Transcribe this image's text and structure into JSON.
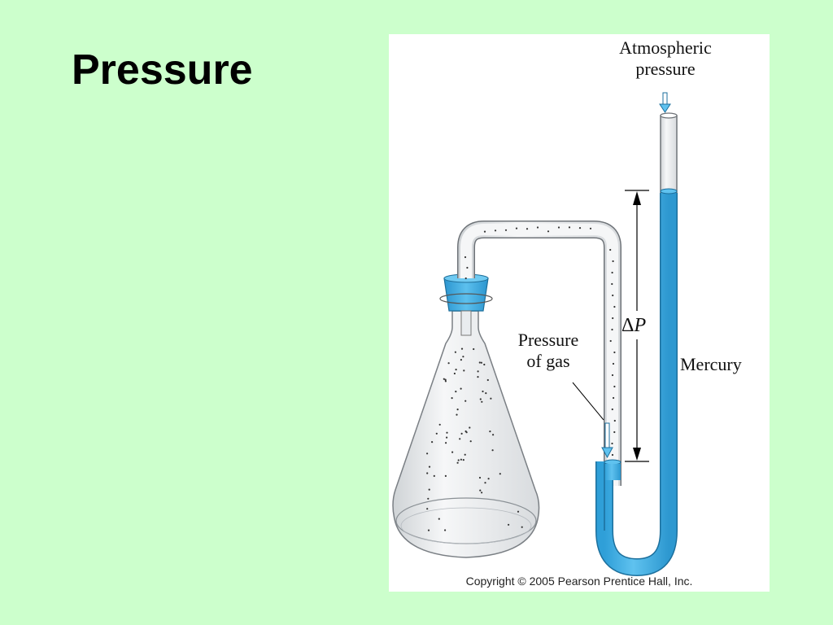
{
  "slide": {
    "title": "Pressure"
  },
  "figure": {
    "labels": {
      "atmospheric_line1": "Atmospheric",
      "atmospheric_line2": "pressure",
      "pressure_gas_line1": "Pressure",
      "pressure_gas_line2": "of gas",
      "delta": "Δ",
      "p": "P",
      "mercury": "Mercury"
    },
    "copyright": "Copyright © 2005 Pearson Prentice Hall, Inc."
  },
  "colors": {
    "background": "#ccffcc",
    "mercury": "#3eaee2",
    "stopper": "#3aa8e0",
    "glass": "#eef0f2"
  }
}
